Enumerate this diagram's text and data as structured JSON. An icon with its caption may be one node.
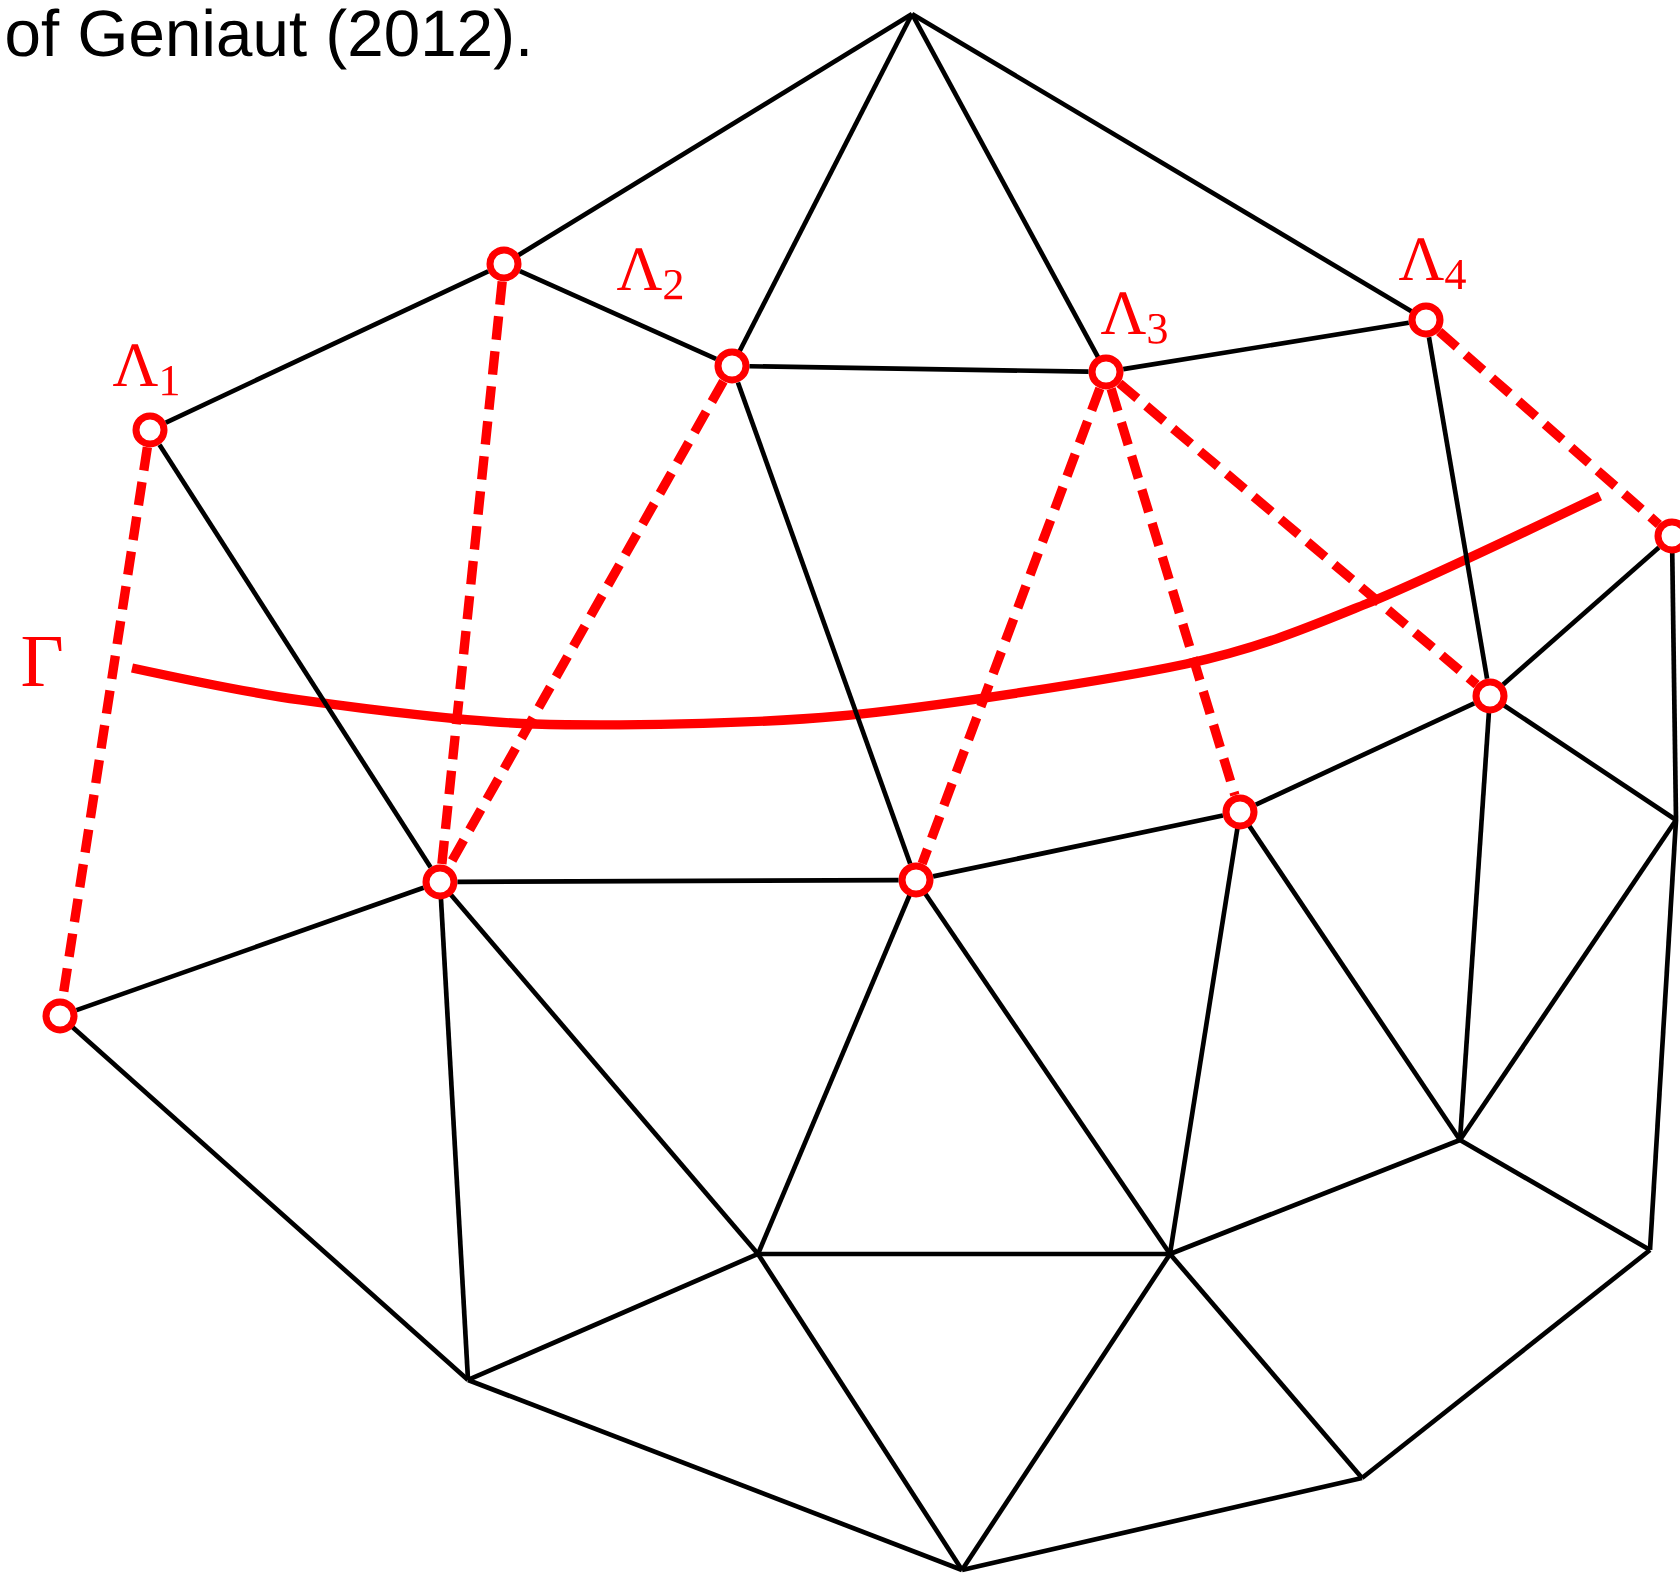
{
  "diagram": {
    "nodes": [
      {
        "text": [],
        "shape": "circle"
      },
      {
        "text": [],
        "shape": "circle"
      },
      {
        "text": [],
        "shape": "circle"
      },
      {
        "text": [],
        "shape": "circle"
      },
      {
        "text": [],
        "shape": "circle"
      },
      {
        "text": [],
        "shape": "circle"
      },
      {
        "text": [],
        "shape": "circle"
      },
      {
        "text": [],
        "shape": "circle"
      },
      {
        "text": [],
        "shape": "circle"
      },
      {
        "text": [],
        "shape": "circle"
      },
      {
        "text": [],
        "shape": "circle"
      }
    ],
    "edges": [
      {
        "from": 0,
        "to": 6,
        "arrow": "none",
        "style": "dashed",
        "color": "#ff0000"
      },
      {
        "from": 1,
        "to": 7,
        "arrow": "none",
        "style": "dashed",
        "color": "#ff0000"
      },
      {
        "from": 2,
        "to": 7,
        "arrow": "none",
        "style": "dashed",
        "color": "#ff0000"
      },
      {
        "from": 3,
        "to": 8,
        "arrow": "none",
        "style": "dashed",
        "color": "#ff0000"
      },
      {
        "from": 3,
        "to": 9,
        "arrow": "none",
        "style": "dashed",
        "color": "#ff0000"
      },
      {
        "from": 3,
        "to": 10,
        "arrow": "none",
        "style": "dashed",
        "color": "#ff0000"
      },
      {
        "from": 4,
        "to": 5,
        "arrow": "none",
        "style": "dashed",
        "color": "#ff0000"
      },
      {
        "from": 0,
        "to": 1,
        "arrow": "none"
      },
      {
        "from": 1,
        "to": 2,
        "arrow": "none"
      },
      {
        "from": 2,
        "to": 3,
        "arrow": "none"
      },
      {
        "from": 3,
        "to": 4,
        "arrow": "none"
      },
      {
        "from": 4,
        "to": 10,
        "arrow": "none"
      },
      {
        "from": 10,
        "to": 5,
        "arrow": "none"
      },
      {
        "from": 9,
        "to": 10,
        "arrow": "none"
      },
      {
        "from": 0,
        "to": 7,
        "arrow": "none"
      },
      {
        "from": 7,
        "to": 8,
        "arrow": "none"
      },
      {
        "from": 2,
        "to": 8,
        "arrow": "none"
      },
      {
        "from": 8,
        "to": 9,
        "arrow": "none"
      },
      {
        "from": 6,
        "to": 7,
        "arrow": "none"
      }
    ],
    "labels": [
      "of Geniaut (2012).",
      "Λ$_{1}$",
      "Λ$_{2}$",
      "Λ$_{3}$",
      "Λ$_{4}$",
      "Γ"
    ]
  }
}
